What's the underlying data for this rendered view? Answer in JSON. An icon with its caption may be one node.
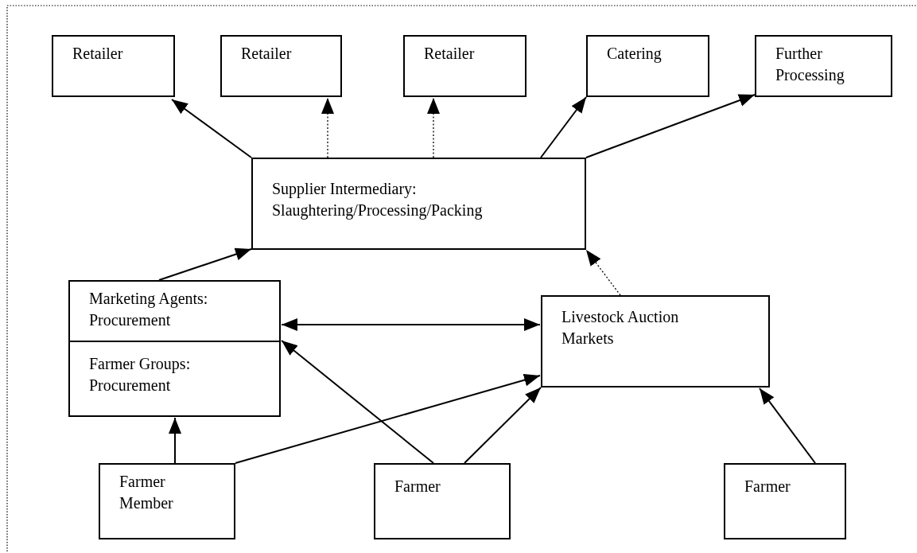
{
  "diagram": {
    "nodes": [
      {
        "text": [
          "Retailer"
        ]
      },
      {
        "text": [
          "Retailer"
        ]
      },
      {
        "text": [
          "Retailer"
        ]
      },
      {
        "text": [
          "Catering"
        ]
      },
      {
        "text": [
          "Further Processing"
        ]
      },
      {
        "text": [
          "Supplier Intermediary: Slaughtering/Processing/Packing"
        ]
      },
      {
        "text": [
          "Marketing Agents: Procurement"
        ]
      },
      {
        "text": [
          "Farmer Groups: Procurement"
        ]
      },
      {
        "text": [
          "Livestock Auction Markets"
        ]
      },
      {
        "text": [
          "Farmer Member"
        ]
      },
      {
        "text": [
          "Farmer"
        ]
      },
      {
        "text": [
          "Farmer"
        ]
      }
    ],
    "edges": [
      {
        "from": 5,
        "to": 0,
        "arrow": "to"
      },
      {
        "from": 5,
        "to": 1,
        "arrow": "to",
        "style": "dashed"
      },
      {
        "from": 5,
        "to": 2,
        "arrow": "to",
        "style": "dashed"
      },
      {
        "from": 5,
        "to": 3,
        "arrow": "to"
      },
      {
        "from": 5,
        "to": 4,
        "arrow": "to"
      },
      {
        "from": 6,
        "to": 5,
        "arrow": "to"
      },
      {
        "from": 8,
        "to": 5,
        "arrow": "to",
        "style": "dashed"
      },
      {
        "from": 6,
        "to": 8,
        "arrow": "both"
      },
      {
        "from": 10,
        "to": 6,
        "arrow": "to"
      },
      {
        "from": 9,
        "to": 7,
        "arrow": "to"
      },
      {
        "from": 9,
        "to": 8,
        "arrow": "to"
      },
      {
        "from": 10,
        "to": 8,
        "arrow": "to"
      },
      {
        "from": 11,
        "to": 8,
        "arrow": "to"
      }
    ]
  }
}
